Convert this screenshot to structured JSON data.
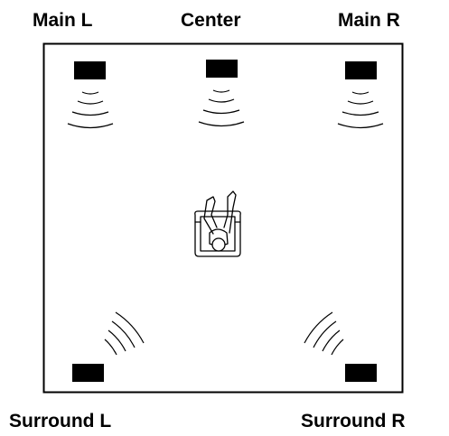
{
  "labels": {
    "main_left": "Main L",
    "center": "Center",
    "main_right": "Main R",
    "surround_left": "Surround L",
    "surround_right": "Surround R"
  },
  "colors": {
    "speaker": "#000000",
    "line": "#000000",
    "background": "#ffffff"
  },
  "icons": {
    "speaker": "speaker-icon",
    "listener": "listener-icon"
  }
}
